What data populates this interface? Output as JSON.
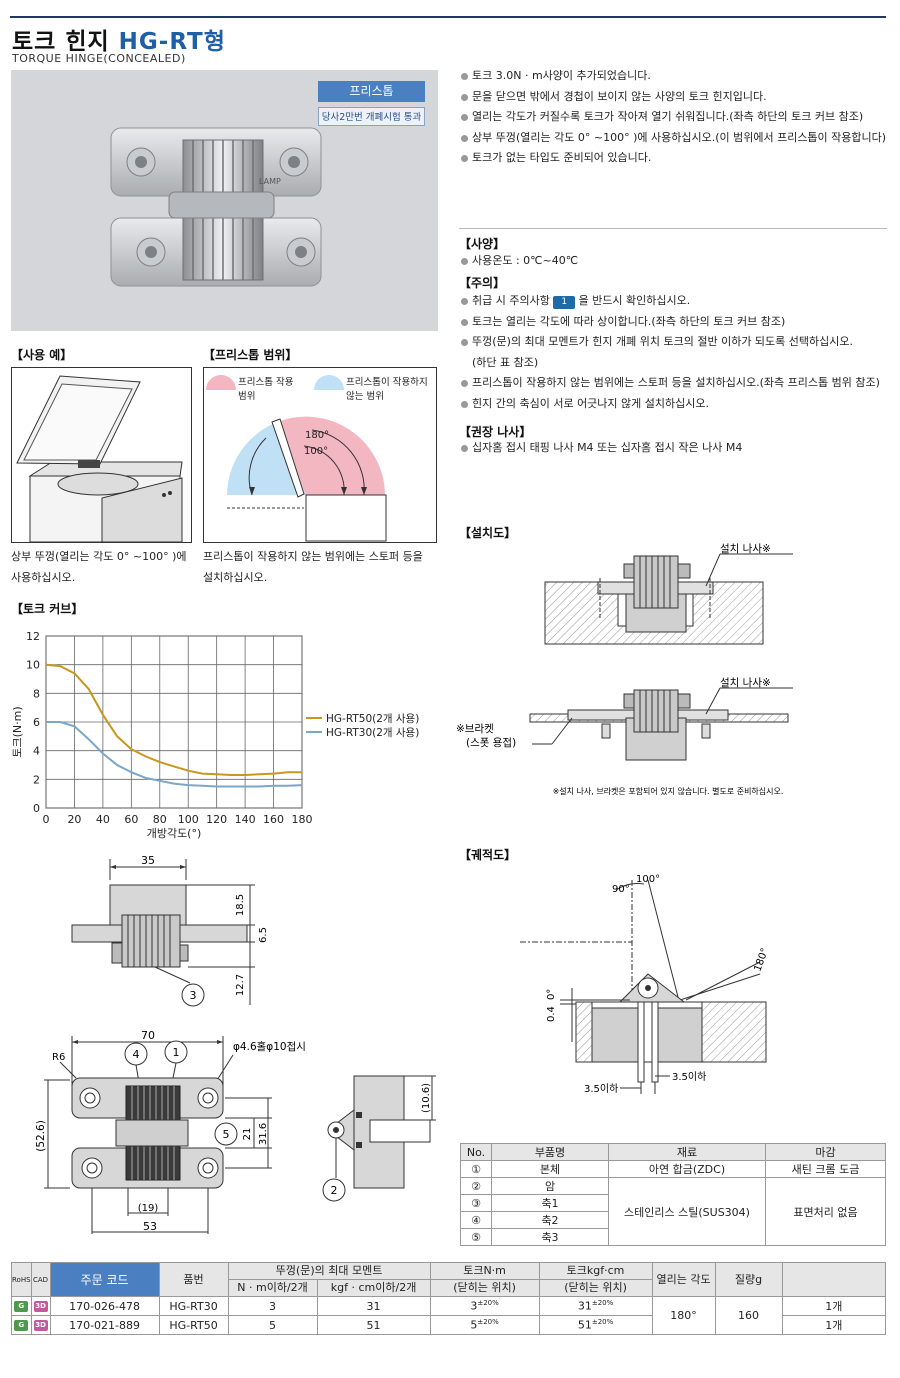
{
  "header": {
    "title_kr": "토크 힌지",
    "title_model": "HG-RT형",
    "subtitle": "TORQUE HINGE(CONCEALED)"
  },
  "photo": {
    "badge": "프리스톱",
    "badge_sub": "당사2만번 개폐시험 통과",
    "hinge_mark": "LAMP"
  },
  "features": [
    "토크 3.0N · m사양이 추가되었습니다.",
    "문을 닫으면 밖에서 경첩이 보이지 않는 사양의 토크 힌지입니다.",
    "열리는 각도가 커질수록 토크가 작아져 열기 쉬워집니다.(좌측 하단의 토크 커브 참조)",
    "상부 뚜껑(열리는 각도 0° ~100° )에 사용하십시오.(이 범위에서 프리스톱이 작용합니다)",
    "토크가 없는 타입도 준비되어 있습니다."
  ],
  "spec": {
    "heading": "【사양】",
    "items": [
      "사용온도 : 0℃~40℃"
    ]
  },
  "caution": {
    "heading": "【주의】",
    "item1_pre": "취급 시 주의사항",
    "item1_badge": "1",
    "item1_post": "을 반드시 확인하십시오.",
    "items": [
      "토크는 열리는 각도에 따라 상이합니다.(좌측 하단의 토크 커브 참조)",
      "뚜껑(문)의 최대 모멘트가 힌지 개폐 위치 토크의 절반 이하가 되도록 선택하십시오.",
      "(하단 표 참조)",
      "프리스톱이 작용하지 않는 범위에는 스토퍼 등을 설치하십시오.(좌측 프리스톱 범위 참조)",
      "힌지 간의 축심이 서로 어긋나지 않게 설치하십시오."
    ]
  },
  "screw": {
    "heading": "【권장 나사】",
    "items": [
      "십자홈 접시 태핑 나사 M4 또는 십자홈 접시 작은 나사 M4"
    ]
  },
  "usage": {
    "heading": "【사용 예】",
    "caption1": "상부 뚜껑(열리는 각도 0° ~100° )에",
    "caption2": "사용하십시오."
  },
  "freestop": {
    "heading": "【프리스톱 범위】",
    "legend_active1": "프리스톱 작용",
    "legend_active2": "범위",
    "legend_inactive1": "프리스톱이 작용하지",
    "legend_inactive2": "않는 범위",
    "angle_180": "180°",
    "angle_100": "100°",
    "caption1": "프리스톱이 작용하지 않는 범위에는 스토퍼 등을",
    "caption2": "설치하십시오.",
    "colors": {
      "active": "#f2b7c0",
      "inactive": "#bfe0f5"
    }
  },
  "install": {
    "heading": "【설치도】",
    "label_screw1": "설치 나사※",
    "label_screw2": "설치 나사※",
    "label_bracket1": "※브라켓",
    "label_bracket2": "(스폿 용접)",
    "note": "※설치 나사, 브라켓은 포함되어 있지 않습니다. 별도로 준비하십시오."
  },
  "trajectory": {
    "heading": "【궤적도】",
    "a90": "90°",
    "a100": "100°",
    "a180": "180°",
    "a0": "0°",
    "d04": "0.4",
    "d35a": "3.5이하",
    "d35b": "3.5이하"
  },
  "torque_curve": {
    "heading": "【토크 커브】"
  },
  "chart_data": {
    "type": "line",
    "title": "",
    "xlabel": "개방각도(°)",
    "ylabel": "토크(N·m)",
    "xlim": [
      0,
      180
    ],
    "ylim": [
      0,
      12
    ],
    "xticks": [
      0,
      20,
      40,
      60,
      80,
      100,
      120,
      140,
      160,
      180
    ],
    "yticks": [
      0,
      2,
      4,
      6,
      8,
      10,
      12
    ],
    "grid": true,
    "legend_position": "right",
    "series": [
      {
        "name": "HG-RT50(2개 사용)",
        "color": "#c9961e",
        "x": [
          0,
          10,
          20,
          30,
          40,
          50,
          60,
          70,
          80,
          90,
          100,
          110,
          120,
          130,
          140,
          150,
          160,
          170,
          180
        ],
        "y": [
          10.0,
          9.9,
          9.4,
          8.3,
          6.5,
          5.0,
          4.1,
          3.6,
          3.2,
          2.9,
          2.6,
          2.4,
          2.35,
          2.3,
          2.3,
          2.35,
          2.4,
          2.5,
          2.5
        ]
      },
      {
        "name": "HG-RT30(2개 사용)",
        "color": "#7aa7c7",
        "x": [
          0,
          10,
          20,
          30,
          40,
          50,
          60,
          70,
          80,
          90,
          100,
          110,
          120,
          130,
          140,
          150,
          160,
          170,
          180
        ],
        "y": [
          6.0,
          6.0,
          5.7,
          4.8,
          3.8,
          3.0,
          2.5,
          2.1,
          1.9,
          1.7,
          1.6,
          1.55,
          1.5,
          1.5,
          1.5,
          1.5,
          1.55,
          1.55,
          1.6
        ]
      }
    ]
  },
  "drawing": {
    "d35": "35",
    "d185": "18.5",
    "d65": "6.5",
    "d127": "12.7",
    "c3": "3",
    "d70": "70",
    "r6": "R6",
    "hole": "φ4.6홀φ10접시",
    "c4": "4",
    "c1": "1",
    "c5": "5",
    "d526": "(52.6)",
    "d21": "21",
    "d316": "31.6",
    "d19": "(19)",
    "d53": "53",
    "d106": "(10.6)",
    "c2": "2"
  },
  "parts_table": {
    "headers": [
      "No.",
      "부품명",
      "재료",
      "마감"
    ],
    "rows": [
      {
        "no": "①",
        "name": "본체",
        "material": "아연 합금(ZDC)",
        "finish": "새틴 크롬 도금"
      },
      {
        "no": "②",
        "name": "암"
      },
      {
        "no": "③",
        "name": "축1"
      },
      {
        "no": "④",
        "name": "축2"
      },
      {
        "no": "⑤",
        "name": "축3"
      }
    ],
    "merged_material": "스테인리스 스틸(SUS304)",
    "merged_finish": "표면처리 없음"
  },
  "order_table": {
    "h_rohs": "RoHS",
    "h_cad": "CAD",
    "h_code": "주문 코드",
    "h_model": "품번",
    "h_moment": "뚜껑(문)의 최대 모멘트",
    "h_moment_n": "N · m이하/2개",
    "h_moment_kgf": "kgf · cm이하/2개",
    "h_torque_n1": "토크N·m",
    "h_torque_n2": "(닫히는 위치)",
    "h_torque_kgf1": "토크kgf·cm",
    "h_torque_kgf2": "(닫히는 위치)",
    "h_angle": "열리는 각도",
    "h_weight": "질량g",
    "icon_rohs": "G",
    "icon_cad": "3D",
    "angle": "180°",
    "weight": "160",
    "tol": "±20%",
    "rows": [
      {
        "code": "170-026-478",
        "model": "HG-RT30",
        "mn": "3",
        "mk": "31",
        "tn": "3",
        "tk": "31",
        "unit": "1개"
      },
      {
        "code": "170-021-889",
        "model": "HG-RT50",
        "mn": "5",
        "mk": "51",
        "tn": "5",
        "tk": "51",
        "unit": "1개"
      }
    ]
  }
}
